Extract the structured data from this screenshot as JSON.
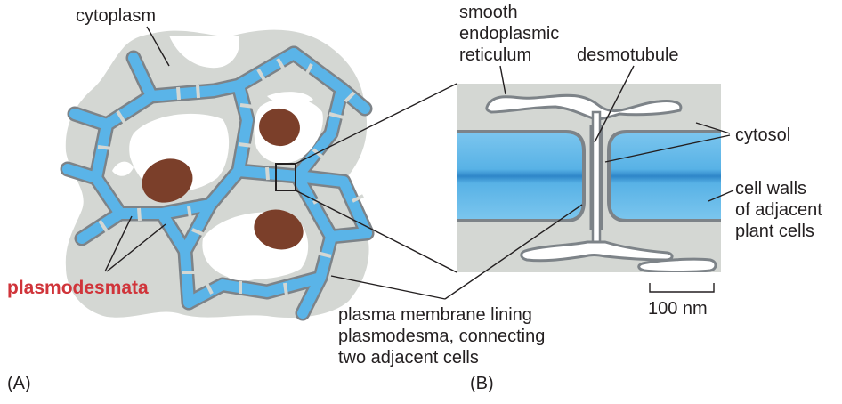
{
  "panels": {
    "a": {
      "tag": "(A)"
    },
    "b": {
      "tag": "(B)"
    }
  },
  "labels": {
    "cytoplasm": "cytoplasm",
    "plasmodesmata": "plasmodesmata",
    "plasma_membrane": [
      "plasma membrane lining",
      "plasmodesma, connecting",
      "two adjacent cells"
    ],
    "smooth_er": [
      "smooth",
      "endoplasmic",
      "reticulum"
    ],
    "desmotubule": "desmotubule",
    "cytosol": "cytosol",
    "cell_walls": [
      "cell walls",
      "of adjacent",
      "plant cells"
    ],
    "scale_bar": "100 nm"
  },
  "colors": {
    "cytoplasm": "#d4d7d3",
    "cell_wall": "#5ab4e8",
    "cell_wall_dark": "#2e86c8",
    "membrane": "#7d8388",
    "nucleus": "#7b3f2a",
    "vacuole": "#ffffff",
    "accent_label": "#d0343a"
  }
}
